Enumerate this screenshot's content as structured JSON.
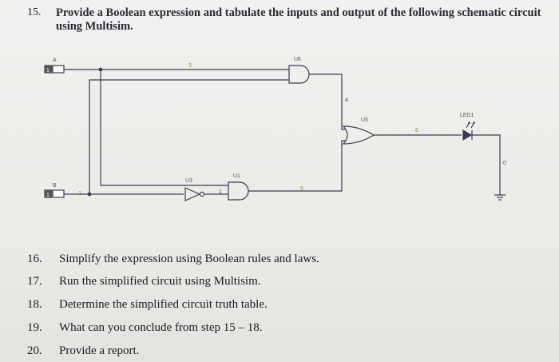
{
  "question": {
    "number": "15.",
    "text": "Provide a Boolean expression and tabulate the inputs and output of the following schematic circuit using Multisim."
  },
  "circuit": {
    "inputs": [
      {
        "label": "A",
        "value": "1"
      },
      {
        "label": "B",
        "value": "1"
      }
    ],
    "gates": {
      "u6": "U6",
      "u5": "U5",
      "u3": "U3",
      "u1": "U1",
      "led": "LED1"
    },
    "nets": [
      "3",
      "4",
      "6",
      "2",
      "1",
      "5",
      "0"
    ]
  },
  "tasks": [
    {
      "number": "16.",
      "text": "Simplify the expression using Boolean rules and laws."
    },
    {
      "number": "17.",
      "text": "Run the simplified circuit using Multisim."
    },
    {
      "number": "18.",
      "text": "Determine the simplified circuit truth table."
    },
    {
      "number": "19.",
      "text": "What can you conclude from step 15 – 18."
    },
    {
      "number": "20.",
      "text": "Provide a report."
    }
  ]
}
